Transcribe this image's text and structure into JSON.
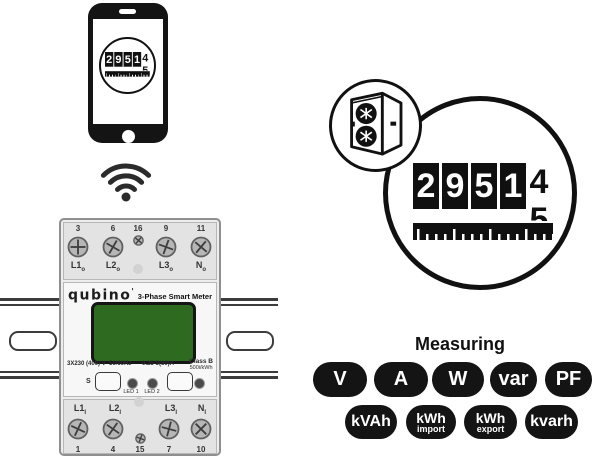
{
  "counter": {
    "d0": "2",
    "d1": "9",
    "d2": "5",
    "d3": "1",
    "roll_top": "4",
    "roll_bottom": "5"
  },
  "meter": {
    "brand": "qubino",
    "brand_mark": "'",
    "product": "3-Phase Smart Meter",
    "specs": {
      "voltage": "3X230 (400) V",
      "frequency": "50/60Hz",
      "current": "0.25-5(80)A",
      "class_label": "Class B",
      "impulse": "500i/kWh"
    },
    "s_label": "S",
    "led1_label": "LED 1",
    "led2_label": "LED 2",
    "top_numbers": [
      "3",
      "6",
      "16",
      "9",
      "11"
    ],
    "bottom_numbers": [
      "1",
      "4",
      "15",
      "7",
      "10"
    ],
    "top_labels": [
      {
        "t": "L1",
        "s": "o"
      },
      {
        "t": "L2",
        "s": "o"
      },
      {
        "t": "L3",
        "s": "o"
      },
      {
        "t": "N",
        "s": "o"
      }
    ],
    "bottom_labels": [
      {
        "t": "L1",
        "s": "I"
      },
      {
        "t": "L2",
        "s": "I"
      },
      {
        "t": "L3",
        "s": "I"
      },
      {
        "t": "N",
        "s": "I"
      }
    ]
  },
  "measuring": {
    "title": "Measuring",
    "row1": [
      "V",
      "A",
      "W",
      "var",
      "PF"
    ],
    "row2": [
      {
        "main": "kVAh",
        "sub": ""
      },
      {
        "main": "kWh",
        "sub": "import"
      },
      {
        "main": "kWh",
        "sub": "export"
      },
      {
        "main": "kvarh",
        "sub": ""
      }
    ]
  },
  "colors": {
    "badge_black": "#141414",
    "lcd_green": "#2e6b20",
    "rail_gray": "#3c3c3c",
    "meter_body": "#ededed"
  }
}
